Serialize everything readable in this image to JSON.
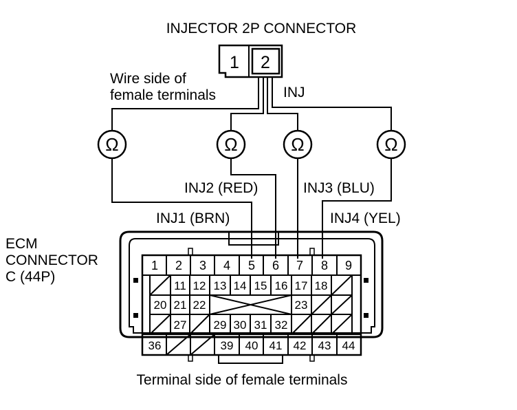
{
  "title": "INJECTOR 2P CONNECTOR",
  "injector_connector": {
    "pins": [
      "1",
      "2"
    ]
  },
  "wire_side_label": [
    "Wire side of",
    "female terminals"
  ],
  "inj_label": "INJ",
  "ohm_symbol": "Ω",
  "meters": [
    "Ω",
    "Ω",
    "Ω",
    "Ω"
  ],
  "wires": {
    "inj1": "INJ1 (BRN)",
    "inj2": "INJ2 (RED)",
    "inj3": "INJ3 (BLU)",
    "inj4": "INJ4 (YEL)"
  },
  "ecm_label": [
    "ECM",
    "CONNECTOR",
    "C (44P)"
  ],
  "ecm_connector": {
    "row1": [
      "1",
      "2",
      "3",
      "4",
      "5",
      "6",
      "7",
      "8",
      "9"
    ],
    "row2": [
      "11",
      "12",
      "13",
      "14",
      "15",
      "16",
      "17",
      "18"
    ],
    "row3": [
      "20",
      "21",
      "22",
      "23"
    ],
    "row4": [
      "27",
      "29",
      "30",
      "31",
      "32"
    ],
    "row5": [
      "36",
      "39",
      "40",
      "41",
      "42",
      "43",
      "44"
    ]
  },
  "footer": "Terminal side of female terminals"
}
